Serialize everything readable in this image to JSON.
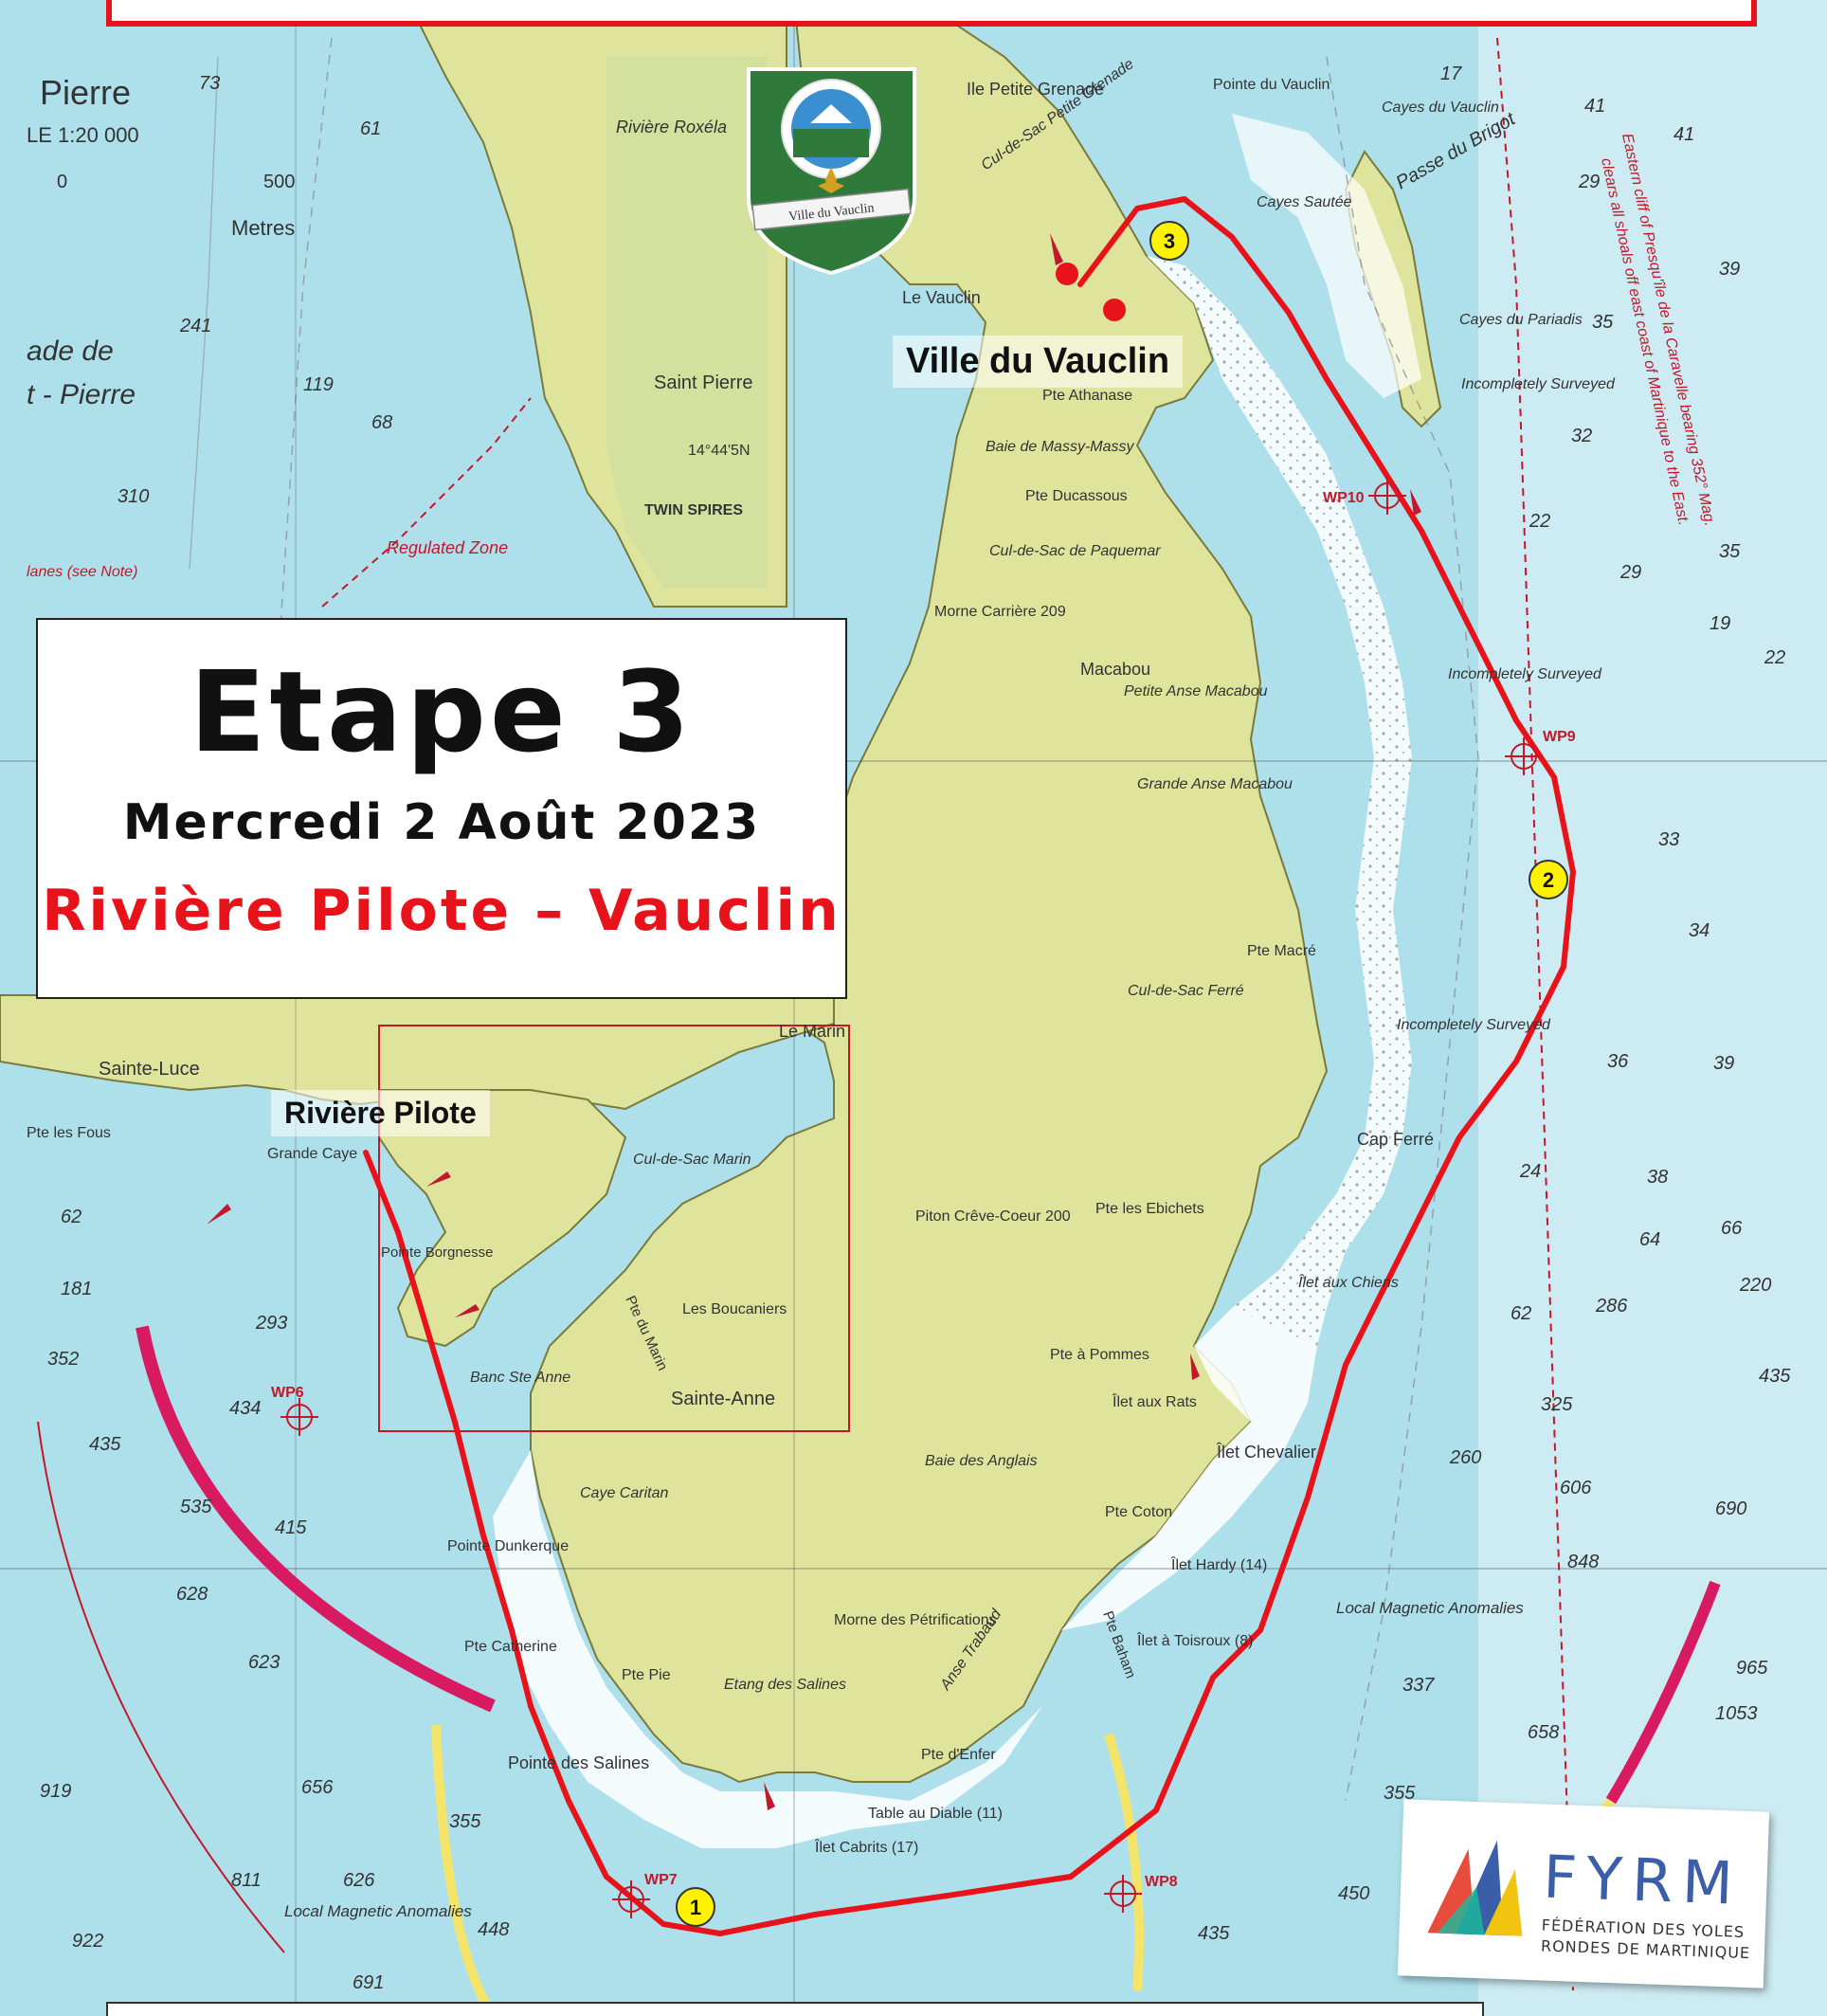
{
  "header": {
    "stage_title": "Etape 3",
    "date": "Mercredi 2 Août 2023",
    "route": "Rivière Pilote – Vauclin"
  },
  "places": {
    "finish": "Ville du Vauclin",
    "start": "Rivière Pilote"
  },
  "crest": {
    "label": "Ville du Vauclin"
  },
  "sponsor": {
    "name": "FYRM",
    "line1": "FÉDÉRATION DES YOLES",
    "line2": "RONDES DE MARTINIQUE"
  },
  "colors": {
    "sea": "#aee0ec",
    "land": "#dfe49c",
    "route": "#e8121a",
    "marker": "#fff200"
  },
  "markers": [
    {
      "id": "1",
      "label": "1"
    },
    {
      "id": "2",
      "label": "2"
    },
    {
      "id": "3",
      "label": "3"
    }
  ],
  "waypoints": [
    "WP6",
    "WP7",
    "WP8",
    "WP9",
    "WP10"
  ],
  "chart_labels": {
    "pierre": "Pierre",
    "scale": "LE 1:20 000",
    "metres": "Metres",
    "scale_0": "0",
    "scale_500": "500",
    "rade": "ade de",
    "st_pierre": "t - Pierre",
    "riviere_roxelane": "Rivière Roxéla",
    "saint_pierre": "Saint Pierre",
    "lat": "14°44'5N",
    "twin_spires": "TWIN SPIRES",
    "regulated_zone": "Regulated Zone",
    "lanes_note": "lanes (see Note)",
    "ile_petite_grenade": "Ile Petite Grenade",
    "cul_de_sac_pg": "Cul-de-Sac Petite Grenade",
    "pointe_du_vauclin": "Pointe du Vauclin",
    "caye_du_vauclin": "Cayes du Vauclin",
    "passe_du_brigot": "Passe du Brigot",
    "caye_sautee": "Cayes Sautée",
    "le_vauclin": "Le Vauclin",
    "pte_athanase": "Pte Athanase",
    "baie_massy": "Baie de Massy-Massy",
    "caye_pariadis": "Cayes du Pariadis",
    "incompletely_surveyed": "Incompletely Surveyed",
    "pte_ducassous": "Pte Ducassous",
    "cul_paquemar": "Cul-de-Sac de Paquemar",
    "morne_carriere": "Morne Carrière 209",
    "macabou": "Macabou",
    "petite_anse_macabou": "Petite Anse Macabou",
    "grande_anse_macabou": "Grande Anse Macabou",
    "pte_macre": "Pte Macré",
    "cul_ferre": "Cul-de-Sac Ferré",
    "cap_ferre": "Cap Ferré",
    "pte_ebichets": "Pte les Ebichets",
    "ilet_chiens": "Îlet aux Chiens",
    "pte_pommes": "Pte à Pommes",
    "ilet_rats": "Îlet aux Rats",
    "ilet_chevalier": "Îlet Chevalier",
    "pte_coton": "Pte Coton",
    "ilet_hardy": "Îlet Hardy (14)",
    "ilet_toisroux": "Îlet à Toisroux (8)",
    "local_magnetic": "Local Magnetic Anomalies",
    "le_marin": "Le Marin",
    "sainte_luce": "Sainte-Luce",
    "pte_fous": "Pte les Fous",
    "grande_caye": "Grande Caye",
    "pointe_borgnesse": "Pointe Borgnesse",
    "cul_marin": "Cul-de-Sac Marin",
    "pte_du_marin": "Pte du Marin",
    "les_boucaniers": "Les Boucaniers",
    "sainte_anne": "Sainte-Anne",
    "piton_creve_coeur": "Piton Crêve-Coeur 200",
    "banc_ste_anne": "Banc Ste Anne",
    "caye_caritan": "Caye Caritan",
    "pointe_dunkerque": "Pointe Dunkerque",
    "baie_anglais": "Baie des Anglais",
    "morne_petrifications": "Morne des Pétrifications",
    "etang_salines": "Etang des Salines",
    "pte_catherine": "Pte Catherine",
    "pte_pie": "Pte Pie",
    "pointe_salines": "Pointe des Salines",
    "anse_trabaud": "Anse Trabaud",
    "pte_baham": "Pte Baham",
    "pte_enfer": "Pte d'Enfer",
    "table_diable": "Table au Diable (11)",
    "ilet_cabrits": "Îlet Cabrits (17)",
    "eastern_cliff": "Eastern cliff of Presqu'île de la Caravelle bearing 352° Mag.",
    "eastern_cliff2": "clears all shoals off east coast of Martinique to the East."
  }
}
